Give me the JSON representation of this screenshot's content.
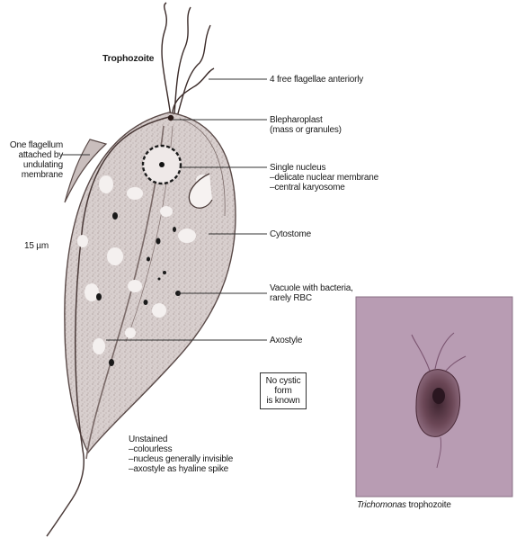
{
  "title": "Trophozoite",
  "labels": {
    "flagellae": "4 free flagellae anteriorly",
    "blepharoplast": [
      "Blepharoplast",
      "(mass or granules)"
    ],
    "nucleus": [
      "Single nucleus",
      "–delicate nuclear membrane",
      "–central karyosome"
    ],
    "cytostome": "Cytostome",
    "vacuole": [
      "Vacuole with bacteria,",
      "rarely RBC"
    ],
    "axostyle": "Axostyle",
    "undulating": [
      "One flagellum",
      "attached by",
      "undulating",
      "membrane"
    ],
    "size": "15 µm",
    "no_cyst": [
      "No cystic",
      "form",
      "is known"
    ],
    "unstained": [
      "Unstained",
      "–colourless",
      "–nucleus generally invisible",
      "–axostyle as hyaline spike"
    ]
  },
  "photo_caption": {
    "italic": "Trichomonas",
    "rest": " trophozoite"
  },
  "colors": {
    "cell_fill": "#d9d0cf",
    "cell_outline": "#5a4a48",
    "photo_bg": "#b89cb3",
    "photo_cell": "#5b3a45"
  }
}
